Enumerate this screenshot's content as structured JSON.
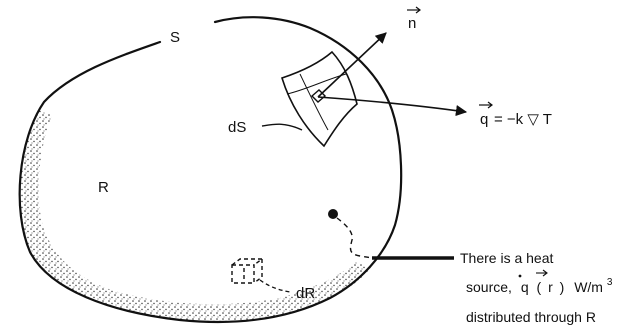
{
  "labels": {
    "surface": "S",
    "region": "R",
    "surface_element": "dS",
    "volume_element": "dR",
    "normal": "n",
    "heat_flux_lhs": "q",
    "heat_flux_rhs": "= −k ▽ T",
    "source_note": {
      "line1": "There is a heat",
      "line2_prefix": "source,",
      "line2_q": "q",
      "line2_r": "r",
      "line2_units": "W/m",
      "line2_exp": "3",
      "line3": "distributed through R"
    }
  },
  "colors": {
    "ink": "#111111",
    "background": "#ffffff"
  }
}
